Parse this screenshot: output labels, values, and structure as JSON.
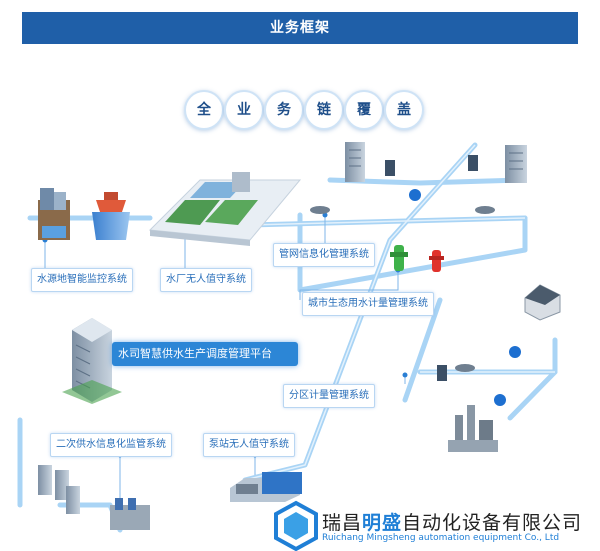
{
  "header": {
    "title": "业务框架"
  },
  "banner": {
    "chars": [
      "全",
      "业",
      "务",
      "链",
      "覆",
      "盖"
    ]
  },
  "labels": {
    "water_source": "水源地智能监控系统",
    "plant": "水厂无人值守系统",
    "pipe_network": "管网信息化管理系统",
    "city_metering": "城市生态用水计量管理系统",
    "platform": "水司智慧供水生产调度管理平台",
    "zone_metering": "分区计量管理系统",
    "secondary_supply": "二次供水信息化监管系统",
    "pump_station": "泵站无人值守系统"
  },
  "brand": {
    "name_part1": "瑞昌",
    "name_highlight": "明盛",
    "name_part2": "自动化设备有限公司",
    "name_en": "Ruichang Mingsheng automation equipment Co., Ltd"
  },
  "colors": {
    "header_bg": "#1f5fa8",
    "pipe": "#a9d4f5",
    "label_text": "#2a6fba",
    "platform_bg": "#2c86d6",
    "brand_highlight": "#1f7fd6"
  }
}
